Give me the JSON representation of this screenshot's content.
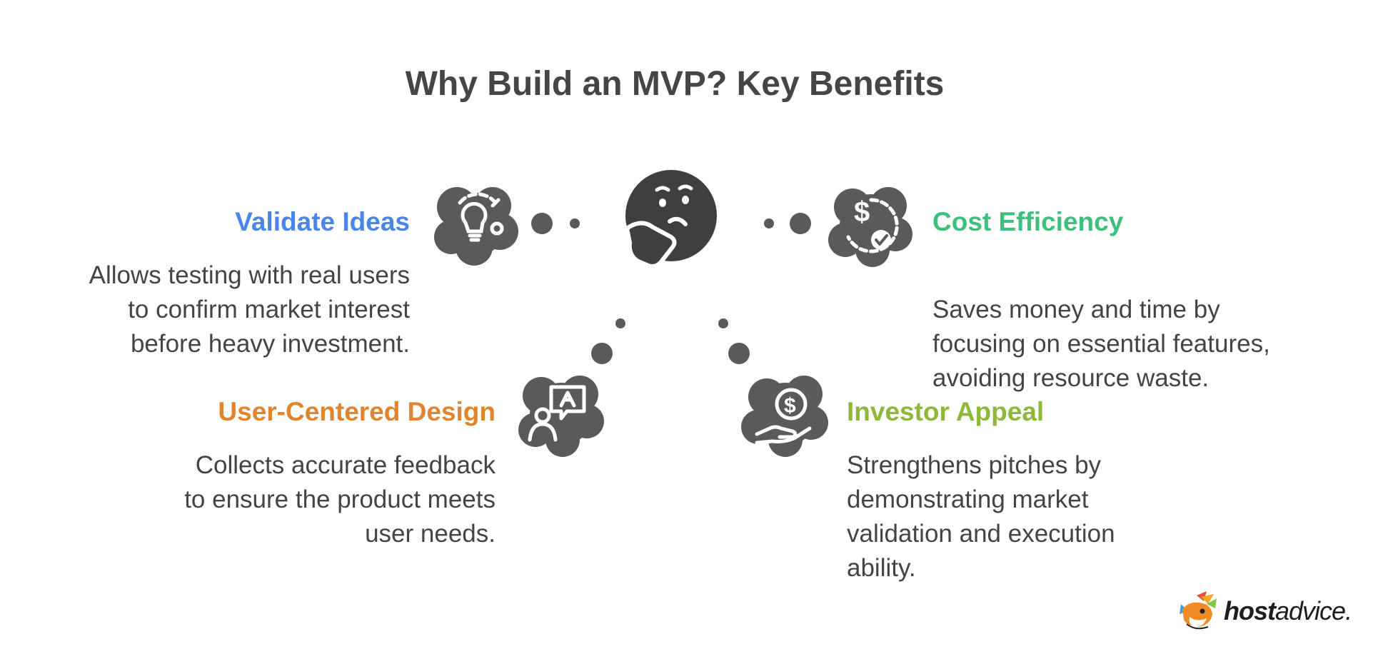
{
  "title": "Why Build an MVP? Key Benefits",
  "benefits": {
    "validate": {
      "heading": "Validate Ideas",
      "color": "#4a86e8",
      "lines": [
        "Allows testing with real users",
        "to confirm market interest",
        "before heavy investment."
      ],
      "icon": "lightbulb-icon"
    },
    "cost": {
      "heading": "Cost Efficiency",
      "color": "#3dbf7e",
      "lines": [
        "Saves money and time by",
        "focusing on essential features,",
        "avoiding resource waste."
      ],
      "icon": "dollar-check-icon"
    },
    "user": {
      "heading": "User-Centered Design",
      "color": "#e0852e",
      "lines": [
        "Collects accurate feedback",
        "to ensure the product meets",
        "user needs."
      ],
      "icon": "feedback-user-icon"
    },
    "investor": {
      "heading": "Investor Appeal",
      "color": "#8db83a",
      "lines": [
        "Strengthens pitches by",
        "demonstrating market",
        "validation and execution",
        "ability."
      ],
      "icon": "money-hand-icon"
    }
  },
  "center_icon": "thinking-face-icon",
  "logo": {
    "bold": "host",
    "regular": "advice."
  }
}
